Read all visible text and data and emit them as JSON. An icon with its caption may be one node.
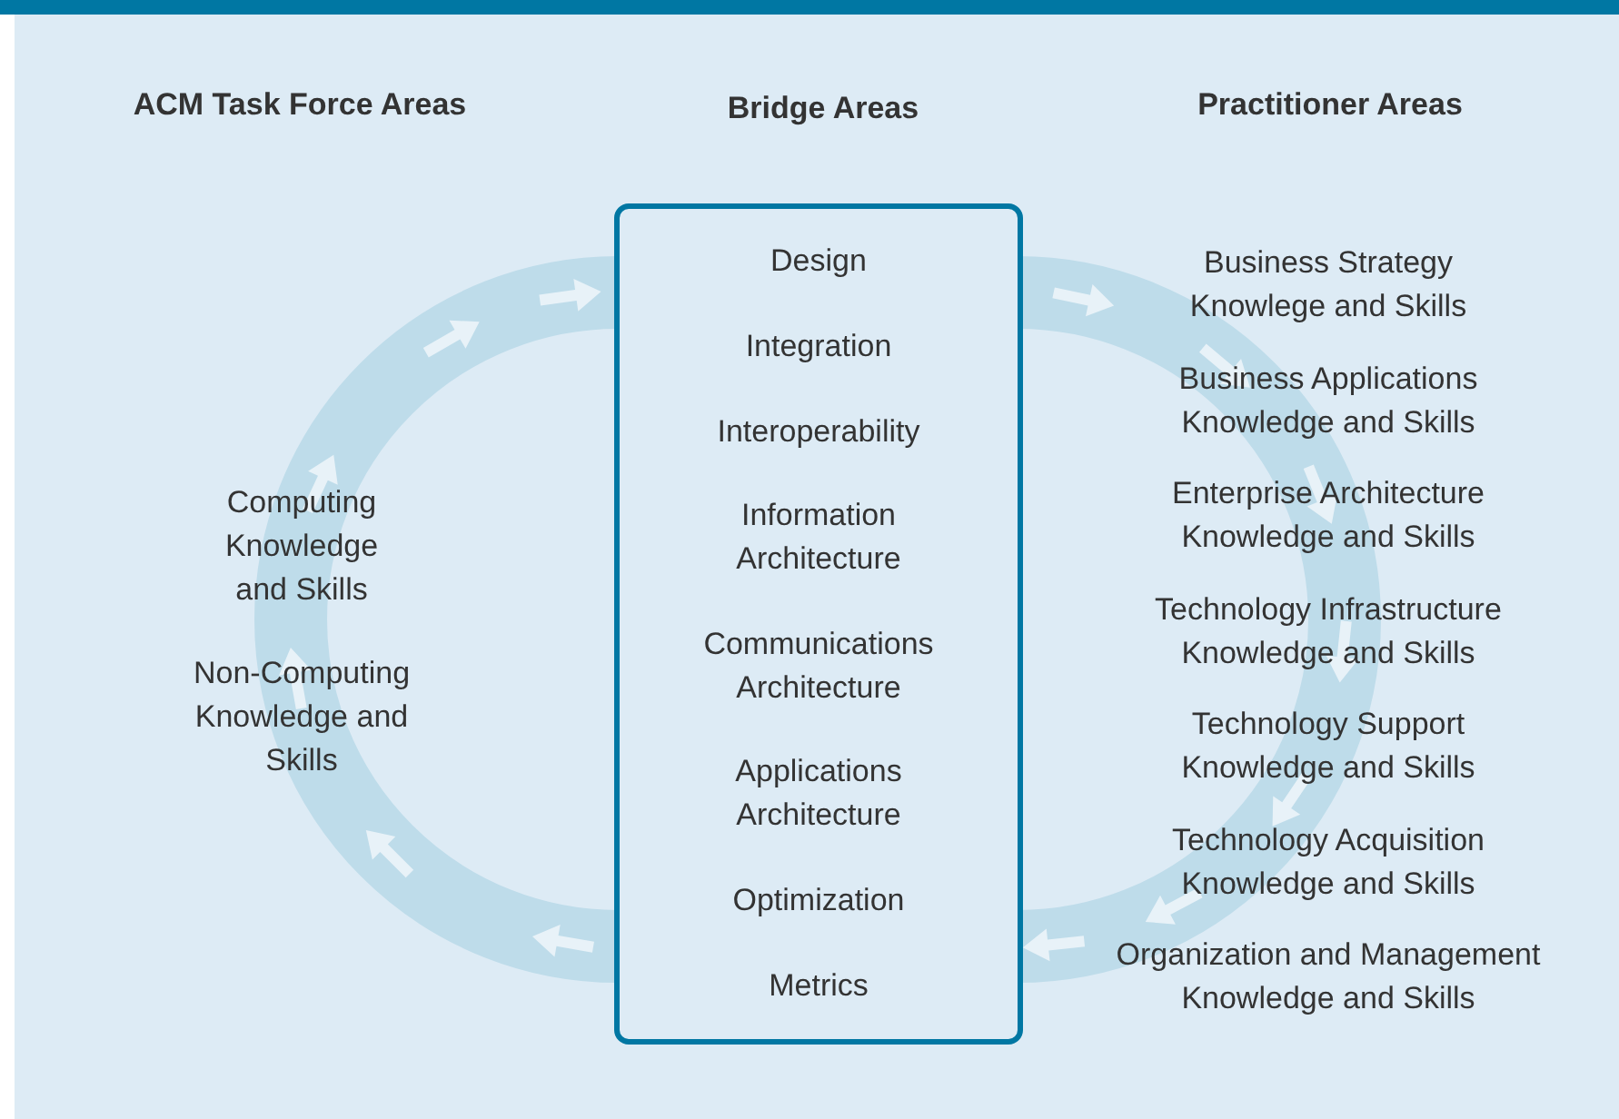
{
  "diagram": {
    "nodes": [
      {
        "text": [
          "Design",
          "Integration",
          "Interoperability",
          "Information Architecture",
          "Communications Architecture",
          "Applications Architecture",
          "Optimization",
          "Metrics"
        ]
      }
    ],
    "edges": [],
    "labels": [
      "ACM Task Force Areas",
      "Bridge Areas",
      "Practitioner Areas",
      "Computing Knowledge and Skills",
      "Non-Computing Knowledge and Skills",
      "Business Strategy Knowlege and Skills",
      "Business Applications Knowledge and Skills",
      "Enterprise Architecture Knowledge and Skills",
      "Technology Infrastructure Knowledge and Skills",
      "Technology Support Knowledge and Skills",
      "Technology Acquisition Knowledge and Skills",
      "Organization and Management Knowledge and Skills"
    ]
  }
}
